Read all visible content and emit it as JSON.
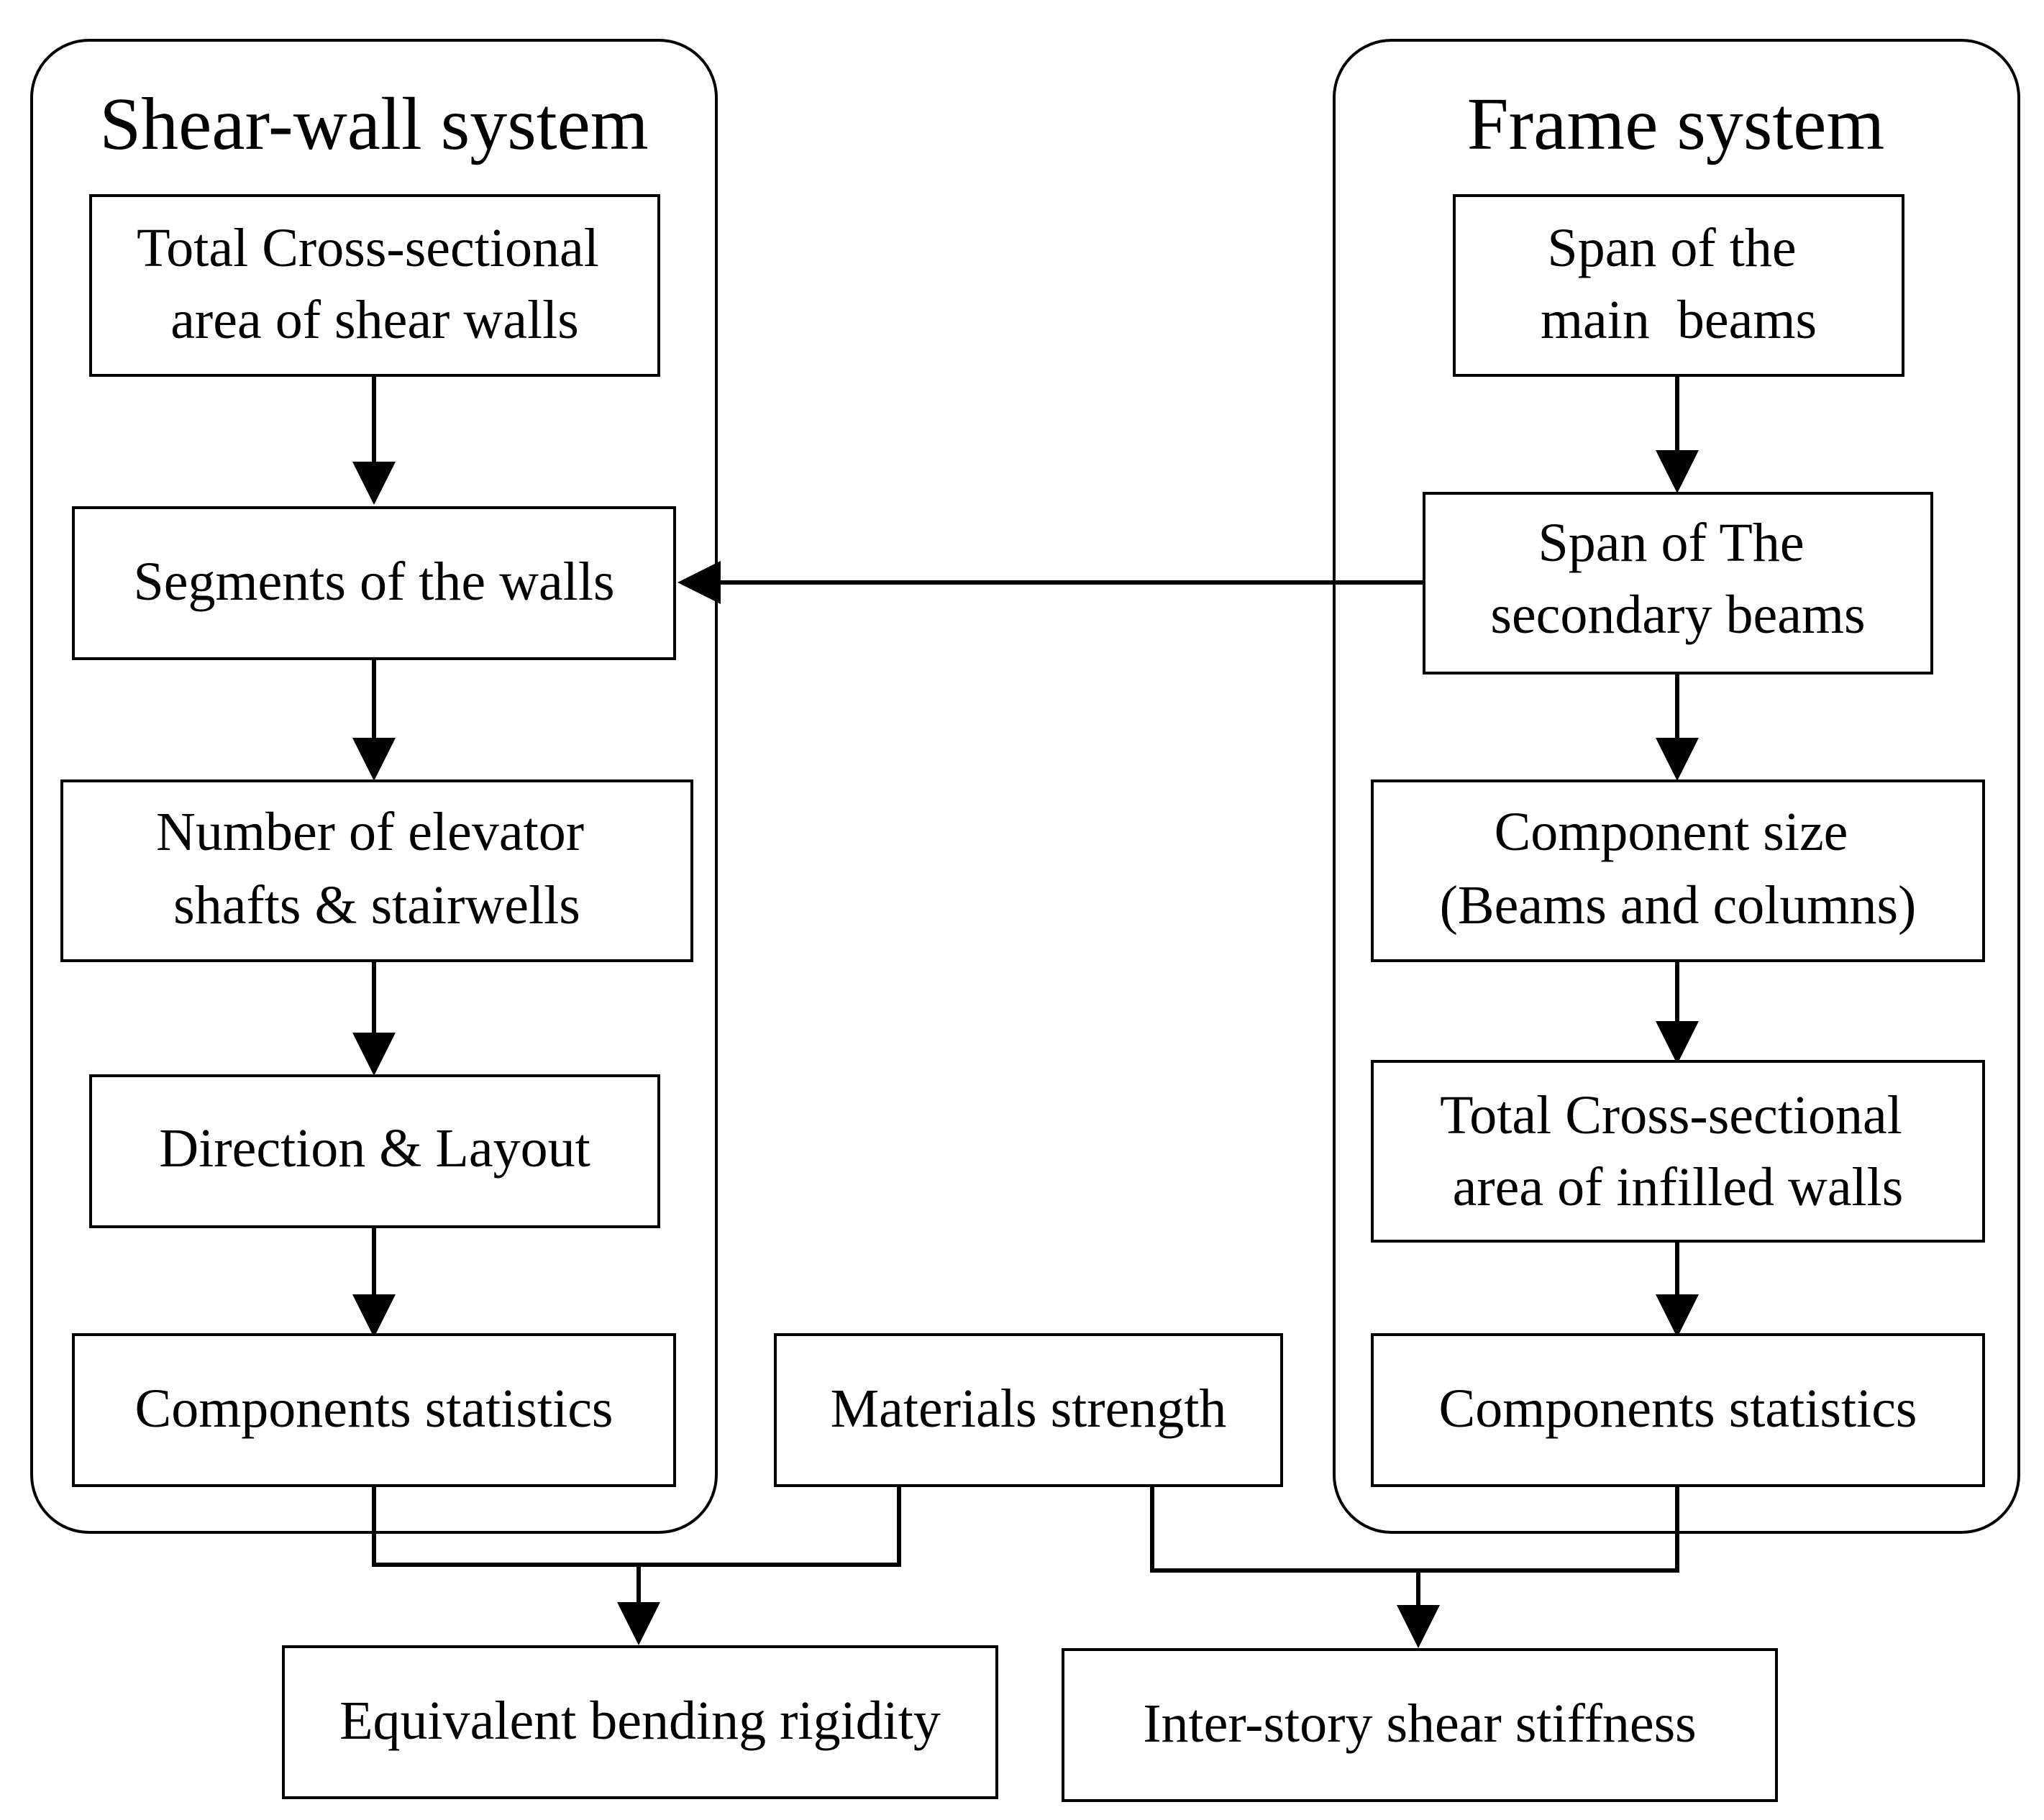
{
  "groups": {
    "shear_wall": {
      "title": "Shear-wall system"
    },
    "frame": {
      "title": "Frame system"
    }
  },
  "nodes": {
    "sw_total_area": [
      "Total Cross-sectional",
      "area of shear walls"
    ],
    "sw_segments": [
      "Segments of the walls"
    ],
    "sw_number_shafts": [
      "Number of elevator",
      "shafts & stairwells"
    ],
    "sw_direction": [
      "Direction & Layout"
    ],
    "sw_components": [
      "Components statistics"
    ],
    "materials": [
      "Materials strength"
    ],
    "fr_main_span": [
      "Span of the",
      "main  beams"
    ],
    "fr_secondary_span": [
      "Span of The",
      "secondary beams"
    ],
    "fr_component_size": [
      "Component size",
      "(Beams and columns)"
    ],
    "fr_infill_area": [
      "Total Cross-sectional",
      "area of infilled walls"
    ],
    "fr_components": [
      "Components statistics"
    ],
    "out_bending": [
      "Equivalent bending rigidity"
    ],
    "out_shear": [
      "Inter-story shear stiffness"
    ]
  },
  "edges": [
    {
      "from": "sw_total_area",
      "to": "sw_segments"
    },
    {
      "from": "sw_segments",
      "to": "sw_number_shafts"
    },
    {
      "from": "sw_number_shafts",
      "to": "sw_direction"
    },
    {
      "from": "sw_direction",
      "to": "sw_components"
    },
    {
      "from": "fr_main_span",
      "to": "fr_secondary_span"
    },
    {
      "from": "fr_secondary_span",
      "to": "sw_segments"
    },
    {
      "from": "fr_secondary_span",
      "to": "fr_component_size"
    },
    {
      "from": "fr_component_size",
      "to": "fr_infill_area"
    },
    {
      "from": "fr_infill_area",
      "to": "fr_components"
    },
    {
      "from": "sw_components",
      "to": "out_bending"
    },
    {
      "from": "materials",
      "to": "out_bending"
    },
    {
      "from": "materials",
      "to": "out_shear"
    },
    {
      "from": "fr_components",
      "to": "out_shear"
    }
  ]
}
